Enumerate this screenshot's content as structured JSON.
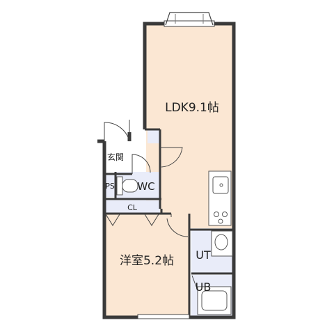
{
  "rooms": {
    "ldk": "LDK9.1帖",
    "western": "洋室5.2帖",
    "entrance": "玄関",
    "ps": "PS",
    "wc": "WC",
    "cl": "CL",
    "ut": "UT",
    "ub": "UB"
  },
  "colors": {
    "room_fill": "#fbe7d3",
    "wet_fill": "#e9ecf9",
    "wall": "#3a3a3a",
    "entrance_fill": "#ffffff"
  }
}
